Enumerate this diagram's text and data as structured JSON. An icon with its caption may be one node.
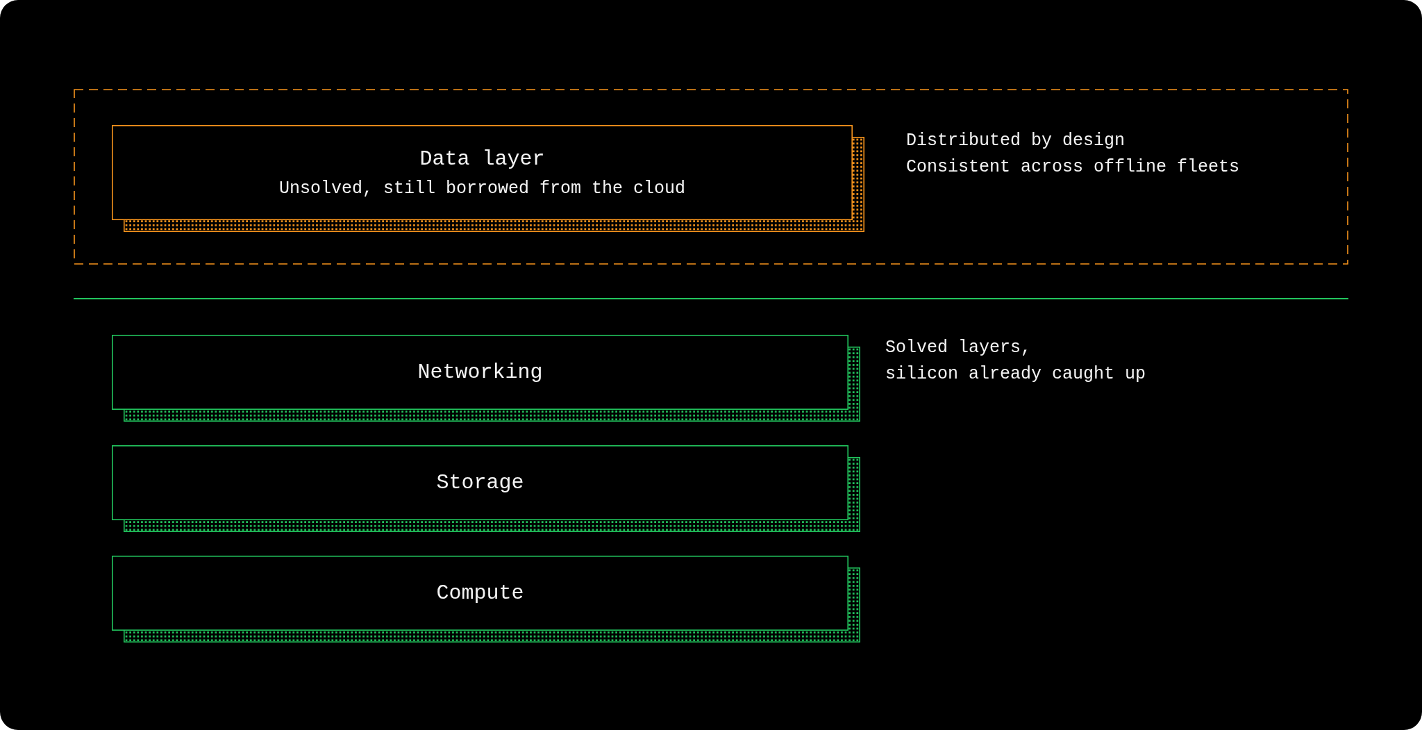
{
  "diagram": {
    "nodes": [
      {
        "text": [
          "Distributed by design",
          "Consistent across offline fleets"
        ]
      },
      {
        "text": [
          "Data layer",
          "Unsolved, still borrowed from the cloud"
        ],
        "in": 0
      },
      {
        "text": [
          "Networking"
        ]
      },
      {
        "text": [
          "Storage"
        ]
      },
      {
        "text": [
          "Compute"
        ]
      }
    ],
    "labels": [
      "Solved layers, silicon already caught up"
    ]
  }
}
